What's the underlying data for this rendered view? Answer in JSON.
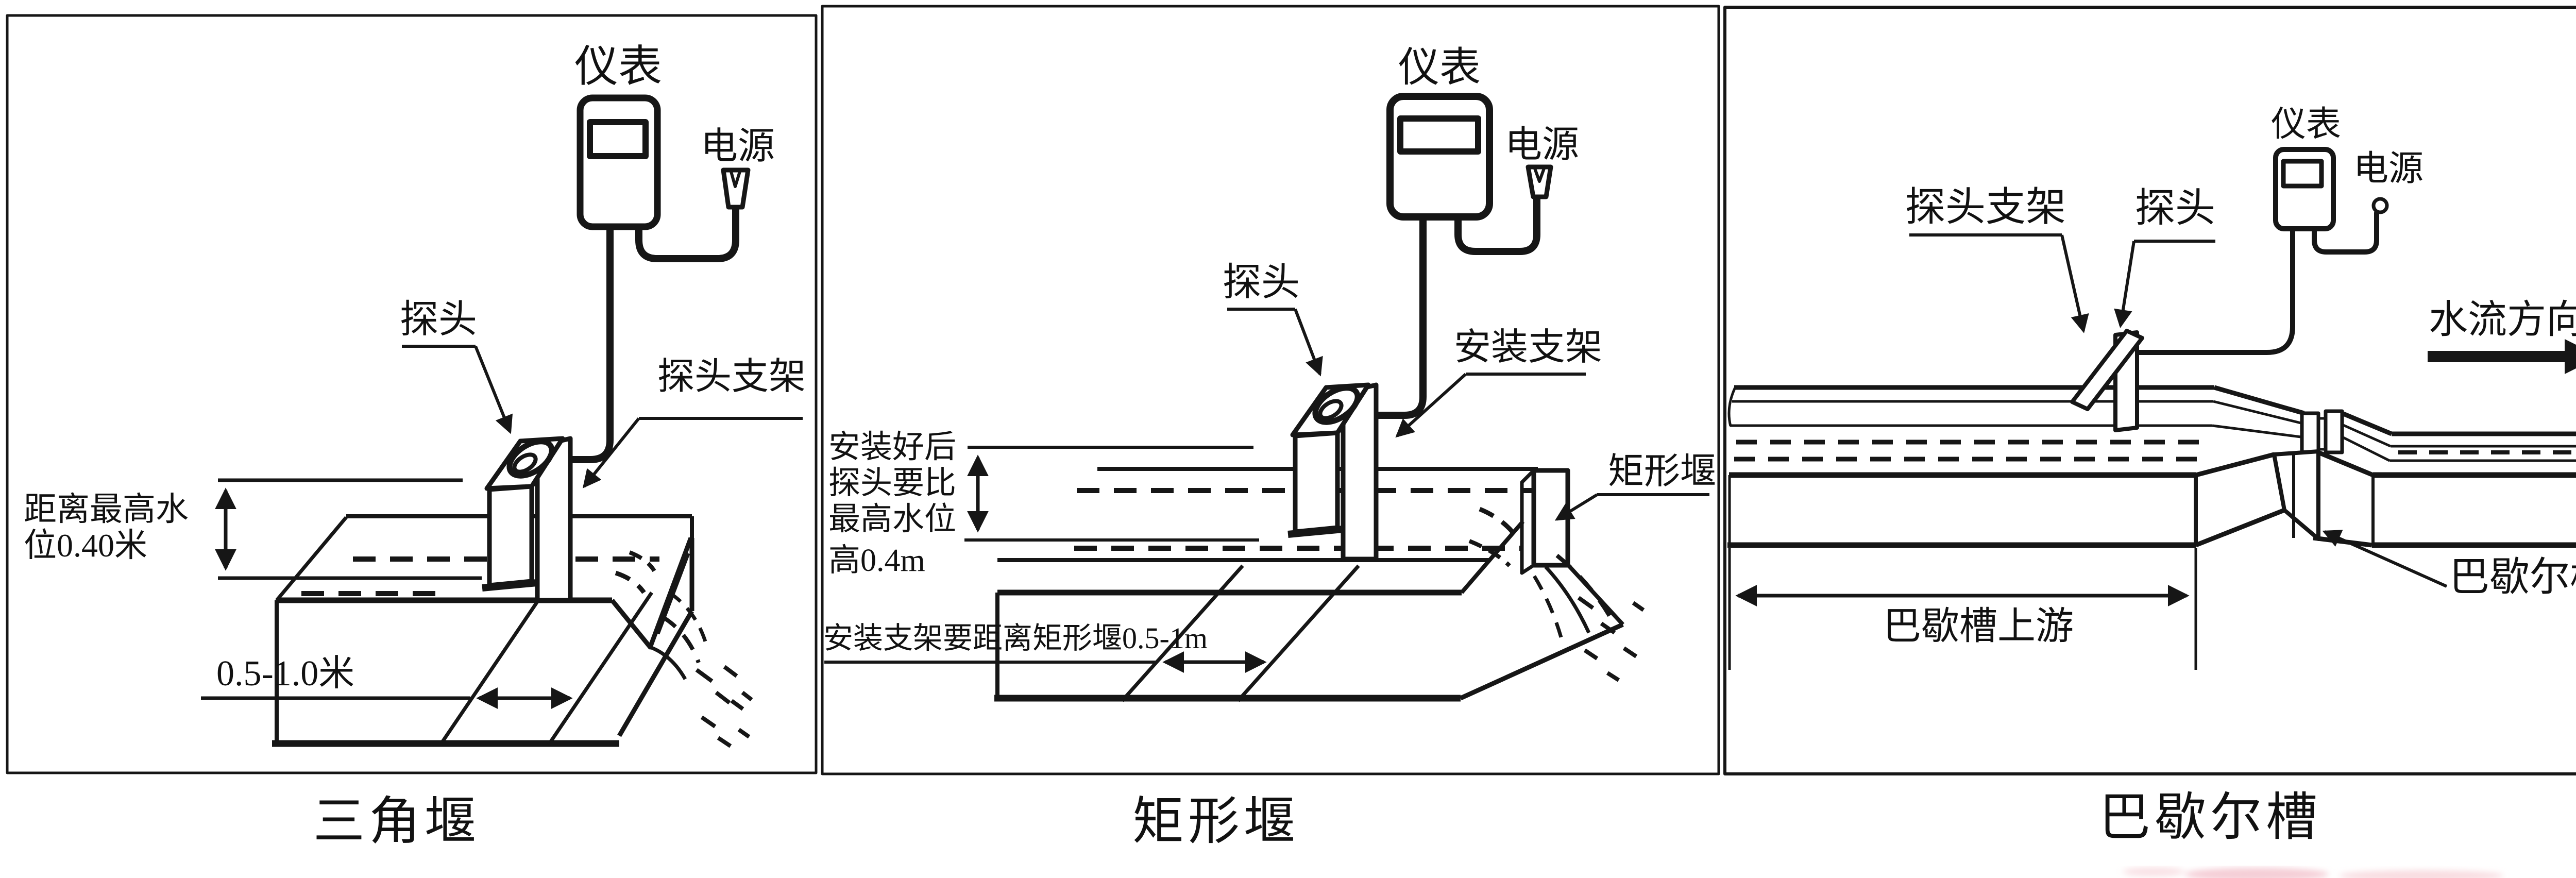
{
  "panels": [
    {
      "id": "triangular-weir",
      "caption": "三角堰",
      "labels": {
        "instrument": "仪表",
        "power": "电源",
        "probe": "探头",
        "probe_bracket": "探头支架",
        "distance_note_line1": "距离最高水",
        "distance_note_line2": "位0.40米",
        "width_dimension": "0.5-1.0米"
      }
    },
    {
      "id": "rectangular-weir",
      "caption": "矩形堰",
      "labels": {
        "instrument": "仪表",
        "power": "电源",
        "probe": "探头",
        "mounting_bracket": "安装支架",
        "weir": "矩形堰",
        "height_note_line1": "安装好后",
        "height_note_line2": "探头要比",
        "height_note_line3": "最高水位",
        "height_note_line4": "高0.4m",
        "distance_note": "安装支架要距离矩形堰0.5-1m"
      }
    },
    {
      "id": "parshall-flume",
      "caption": "巴歇尔槽",
      "labels": {
        "probe_bracket": "探头支架",
        "probe": "探头",
        "instrument": "仪表",
        "power": "电源",
        "flow_direction": "水流方向",
        "flume": "巴歇尔槽",
        "upstream": "巴歇槽上游"
      }
    }
  ]
}
